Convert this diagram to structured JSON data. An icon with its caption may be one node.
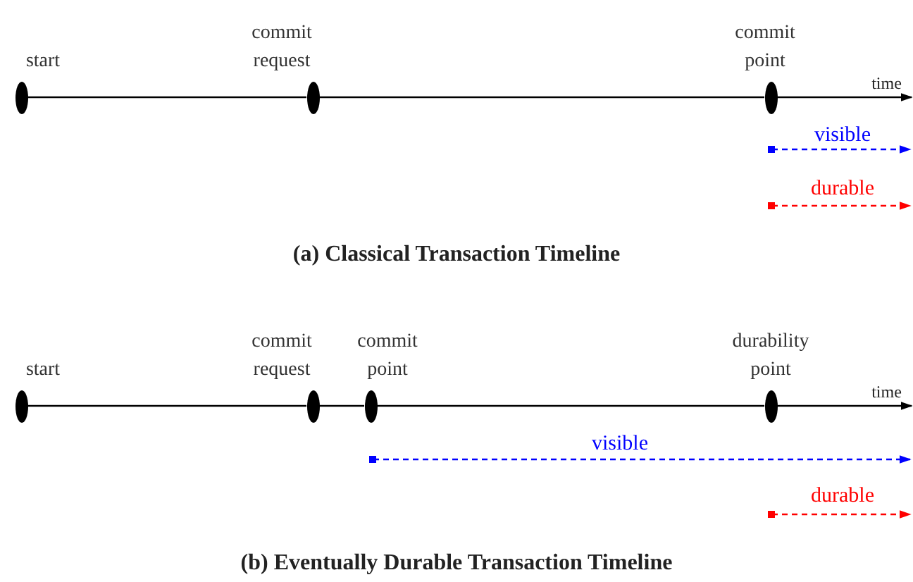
{
  "diagram": {
    "nodes": [
      {
        "text": [
          "start"
        ]
      },
      {
        "text": [
          "commit request"
        ]
      },
      {
        "text": [
          "commit point"
        ]
      },
      {
        "text": [
          "start"
        ]
      },
      {
        "text": [
          "commit request"
        ]
      },
      {
        "text": [
          "commit point"
        ]
      },
      {
        "text": [
          "durability point"
        ]
      }
    ],
    "edges": [
      {
        "from": 0,
        "to": 1,
        "arrow": "none"
      },
      {
        "from": 1,
        "to": 2,
        "arrow": "none"
      },
      {
        "from": 2,
        "to": null,
        "arrow": "to",
        "label": "time"
      },
      {
        "from": 3,
        "to": 4,
        "arrow": "none"
      },
      {
        "from": 4,
        "to": 5,
        "arrow": "none"
      },
      {
        "from": 5,
        "to": 6,
        "arrow": "none"
      },
      {
        "from": 6,
        "to": null,
        "arrow": "to",
        "label": "time"
      }
    ],
    "labels": [
      "visible",
      "durable",
      "(a) Classical Transaction Timeline",
      "visible",
      "durable",
      "(b) Eventually Durable Transaction Timeline"
    ]
  }
}
